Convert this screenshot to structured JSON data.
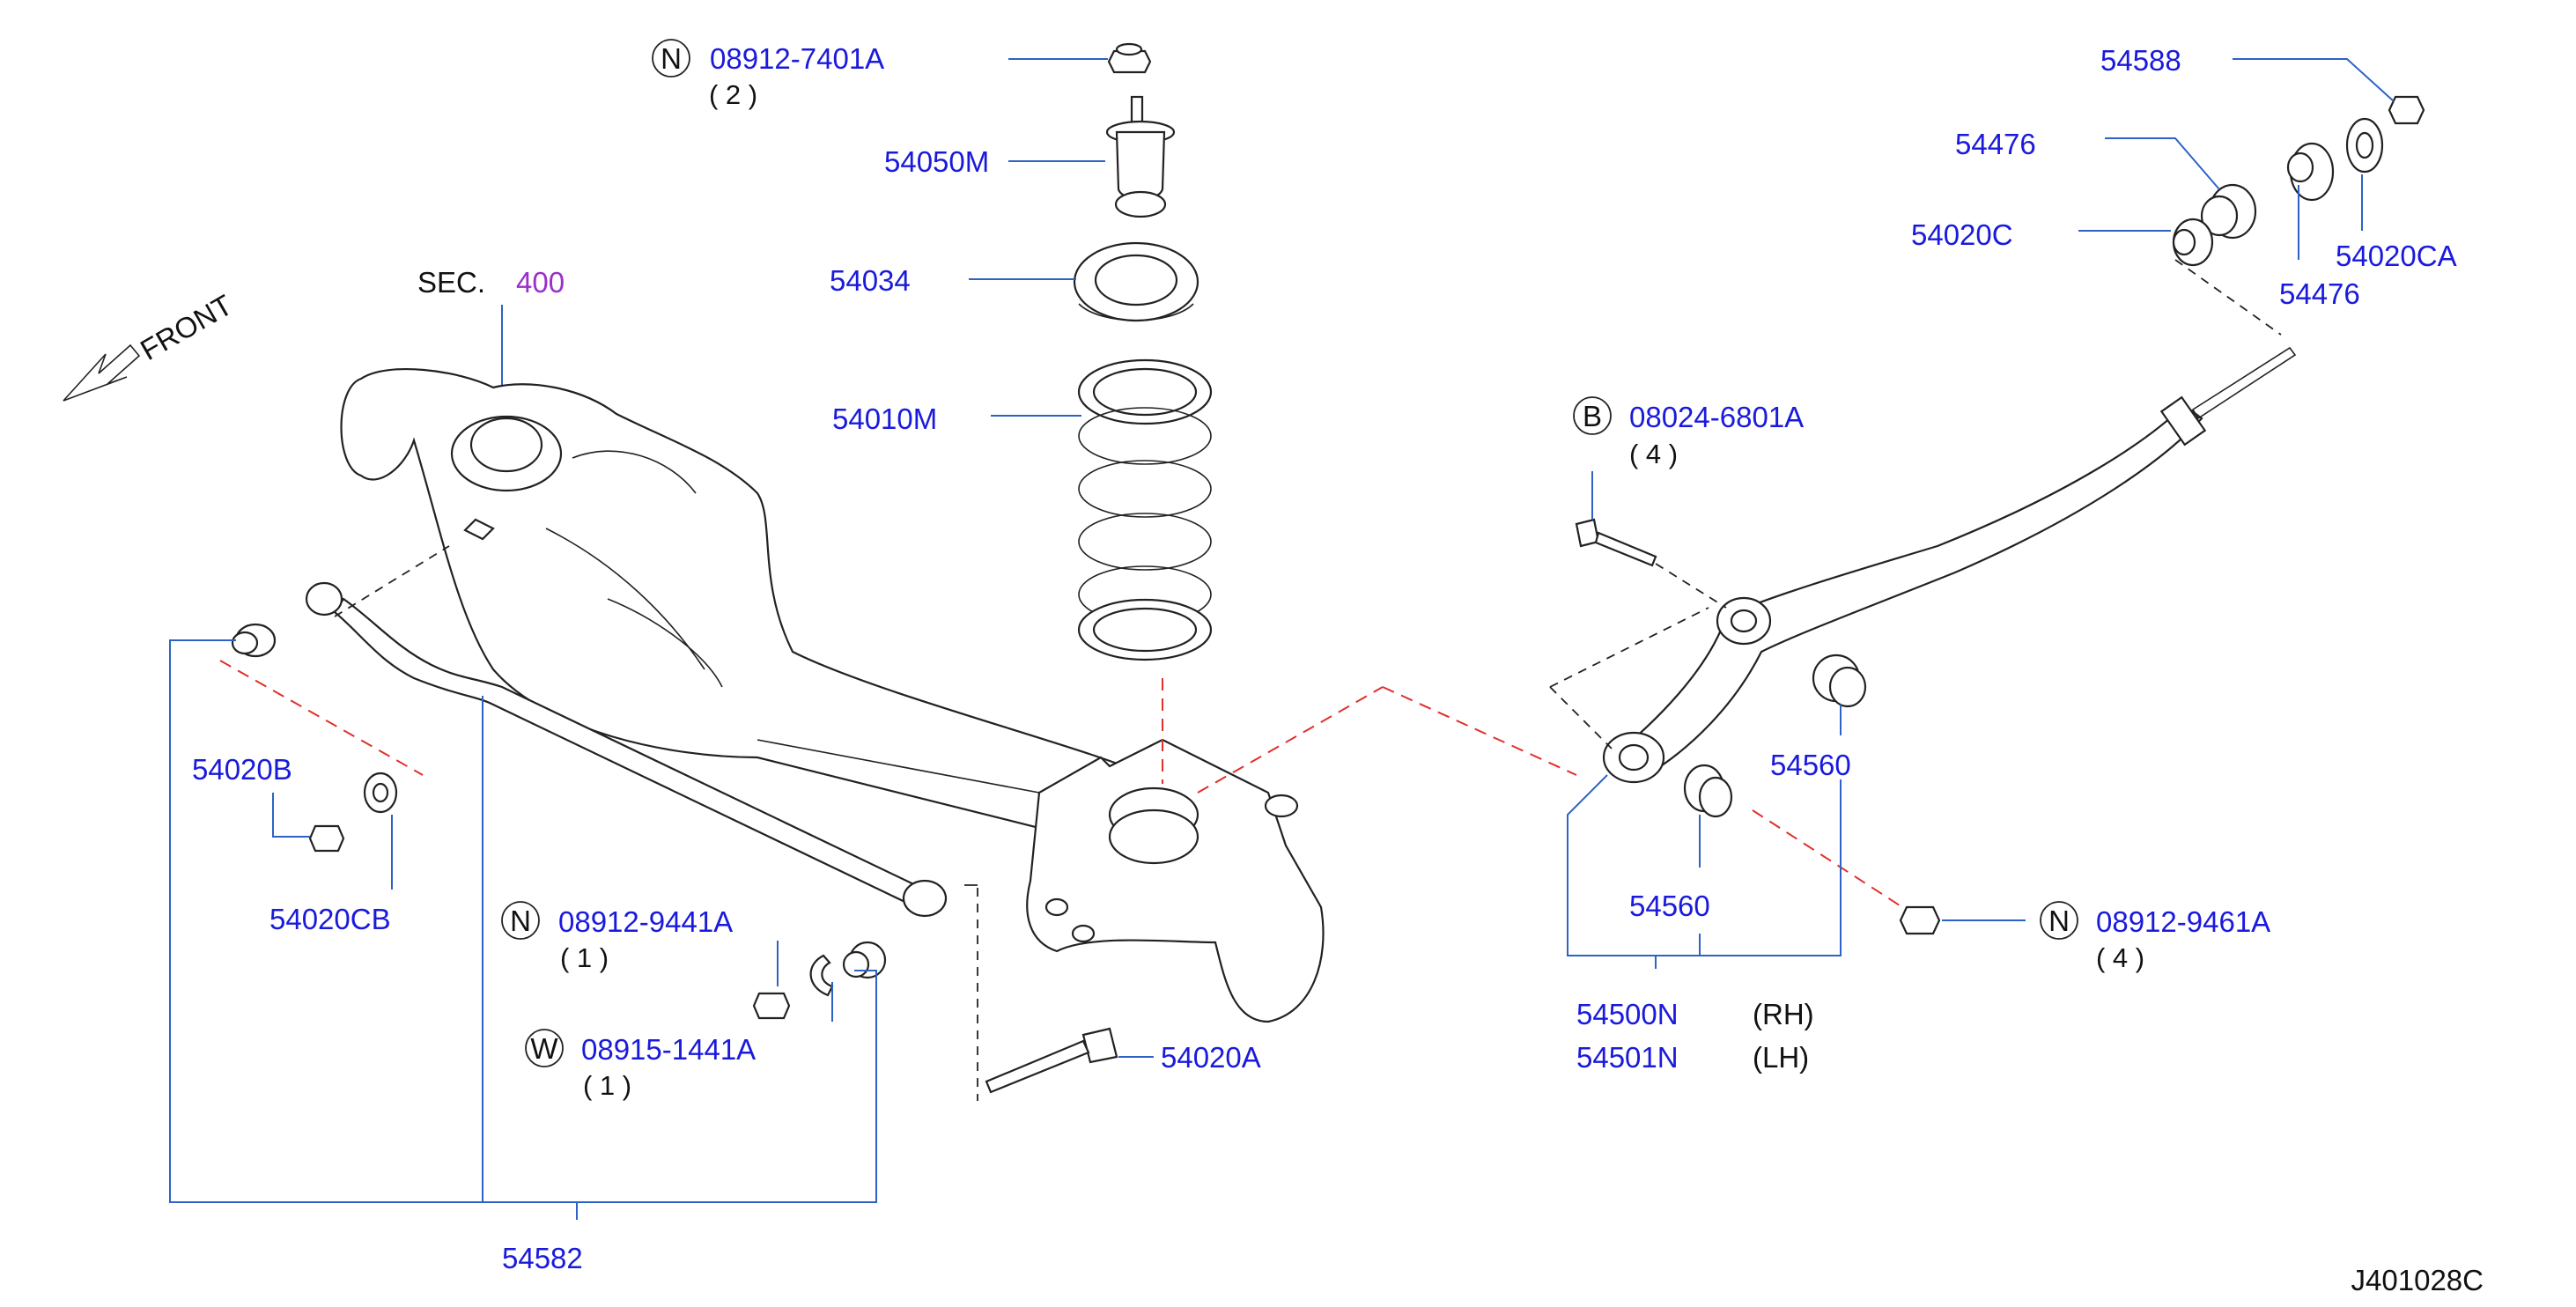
{
  "colors": {
    "part_number": "#1a1adc",
    "reference": "#9a2fc9",
    "leader": "#2c63c4",
    "alignment_dash": "#e0302b",
    "outline": "#222222"
  },
  "front_label": "FRONT",
  "section_ref": {
    "prefix": "SEC.",
    "number": "400"
  },
  "callouts": [
    {
      "prefix": "N",
      "number": "08912-7401A",
      "qty": "( 2 )"
    },
    {
      "number": "54050M"
    },
    {
      "number": "54034"
    },
    {
      "number": "54010M"
    },
    {
      "prefix": "B",
      "number": "08024-6801A",
      "qty": "( 4 )"
    },
    {
      "number": "54588"
    },
    {
      "number": "54476"
    },
    {
      "number": "54020C"
    },
    {
      "number": "54020CA"
    },
    {
      "number": "54476"
    },
    {
      "number": "54560"
    },
    {
      "number": "54560"
    },
    {
      "prefix": "N",
      "number": "08912-9461A",
      "qty": "( 4 )"
    },
    {
      "number": "54500N",
      "side": "(RH)"
    },
    {
      "number": "54501N",
      "side": "(LH)"
    },
    {
      "number": "54020B"
    },
    {
      "number": "54020CB"
    },
    {
      "prefix": "N",
      "number": "08912-9441A",
      "qty": "( 1 )"
    },
    {
      "prefix": "W",
      "number": "08915-1441A",
      "qty": "( 1 )"
    },
    {
      "number": "54020A"
    },
    {
      "number": "54582"
    }
  ],
  "diagram_code": "J401028C"
}
